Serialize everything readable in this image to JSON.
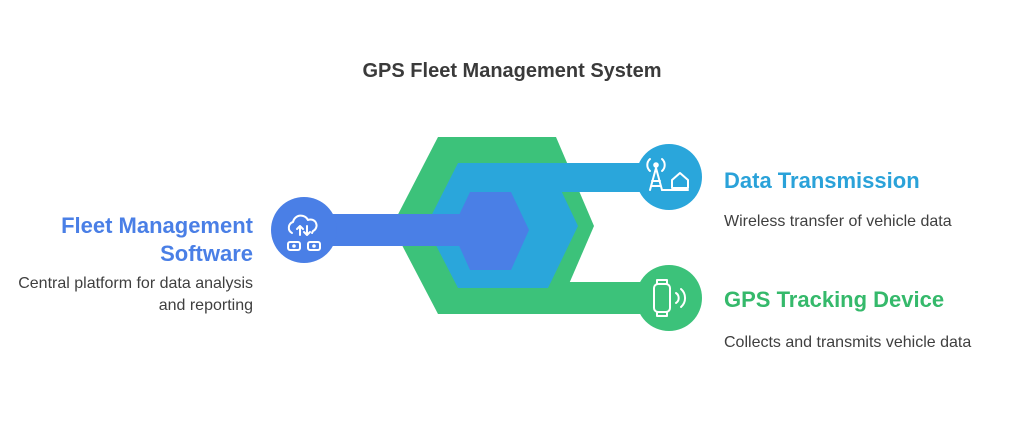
{
  "title": "GPS Fleet Management System",
  "colors": {
    "blue": "#4a7fe6",
    "teal": "#2aa6db",
    "green": "#3cc27a",
    "heading_blue": "#4a7fe6",
    "heading_teal": "#2aa2d9",
    "heading_green": "#35b96b"
  },
  "nodes": [
    {
      "id": "software",
      "title": "Fleet Management Software",
      "description": "Central platform for data analysis and reporting",
      "icon": "cloud-sync-server-icon"
    },
    {
      "id": "transmission",
      "title": "Data Transmission",
      "description": "Wireless transfer of vehicle data",
      "icon": "antenna-tower-home-icon"
    },
    {
      "id": "gps",
      "title": "GPS Tracking Device",
      "description": "Collects and transmits vehicle data",
      "icon": "wearable-signal-icon"
    }
  ]
}
